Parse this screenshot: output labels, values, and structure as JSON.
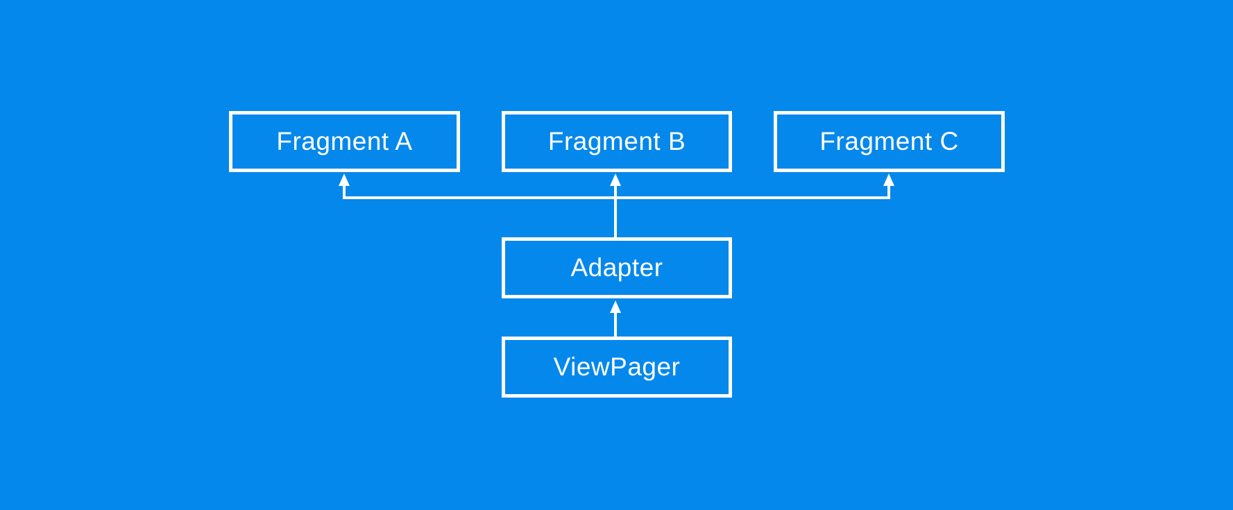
{
  "diagram": {
    "title": "ViewPager adapter fragments diagram",
    "background_color": "#0588EC",
    "line_color": "#ffffff",
    "text_color": "#ffffff",
    "nodes": {
      "fragment_a": {
        "label": "Fragment A"
      },
      "fragment_b": {
        "label": "Fragment B"
      },
      "fragment_c": {
        "label": "Fragment C"
      },
      "adapter": {
        "label": "Adapter"
      },
      "viewpager": {
        "label": "ViewPager"
      }
    },
    "edges": [
      {
        "from": "ViewPager",
        "to": "Adapter"
      },
      {
        "from": "Adapter",
        "to": "Fragment A"
      },
      {
        "from": "Adapter",
        "to": "Fragment B"
      },
      {
        "from": "Adapter",
        "to": "Fragment C"
      }
    ]
  }
}
